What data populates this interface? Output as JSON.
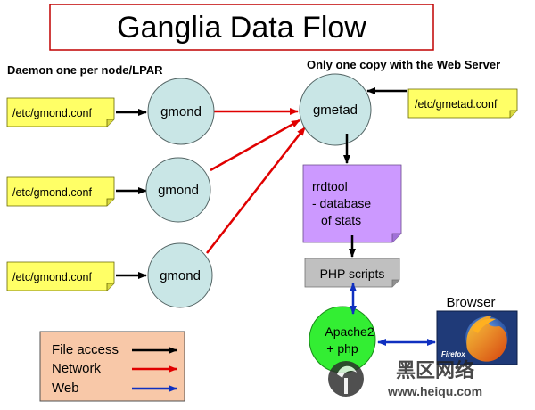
{
  "title": "Ganglia Data Flow",
  "labels": {
    "daemon_note": "Daemon one per node/LPAR",
    "server_note": "Only one copy with the Web Server"
  },
  "config_notes": {
    "gmond_conf_1": "/etc/gmond.conf",
    "gmond_conf_2": "/etc/gmond.conf",
    "gmond_conf_3": "/etc/gmond.conf",
    "gmetad_conf": "/etc/gmetad.conf"
  },
  "nodes": {
    "gmond_1": "gmond",
    "gmond_2": "gmond",
    "gmond_3": "gmond",
    "gmetad": "gmetad",
    "rrdtool_lines": [
      "rrdtool",
      "- database",
      "of stats"
    ],
    "php_scripts": "PHP scripts",
    "apache_lines": [
      "Apache2",
      "+ php"
    ],
    "browser_label": "Browser",
    "firefox_caption": "Firefox"
  },
  "legend": {
    "items": [
      {
        "label": "File access",
        "color": "#000000"
      },
      {
        "label": "Network",
        "color": "#e00000"
      },
      {
        "label": "Web",
        "color": "#1030c0"
      }
    ]
  },
  "watermark": {
    "cn": "黑区网络",
    "url": "www.heiqu.com"
  },
  "colors": {
    "note_fill": "#ffff66",
    "circle_fill": "#c9e6e6",
    "rrdtool_fill": "#cc99ff",
    "php_fill": "#c0c0c0",
    "apache_fill": "#33ee33",
    "legend_fill": "#f8c8a8",
    "title_border": "#c00000"
  }
}
